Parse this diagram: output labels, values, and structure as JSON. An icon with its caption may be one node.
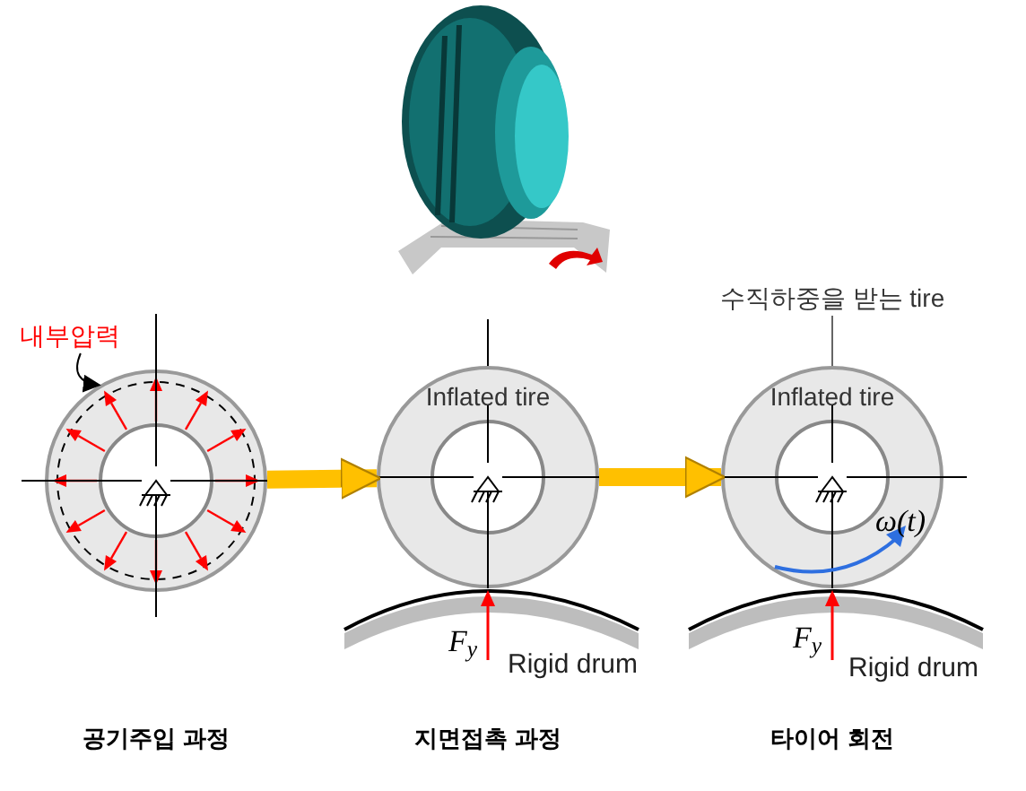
{
  "diagram": {
    "nodes": [
      {
        "text": [
          "내부압력"
        ]
      },
      {
        "text": [],
        "shape": "circle"
      },
      {
        "text": [
          "Inflated tire"
        ]
      },
      {
        "text": [
          "수직하중을 받는 tire"
        ]
      },
      {
        "text": [
          "Inflated tire"
        ]
      }
    ],
    "edges": [
      {
        "from": 0,
        "to": 1,
        "arrow": "to",
        "color": "#000000"
      },
      {
        "from": 1,
        "to": 2,
        "arrow": "to",
        "style": "thick",
        "color": "#ffc000"
      },
      {
        "from": 2,
        "to": 4,
        "arrow": "to",
        "style": "thick",
        "color": "#ffc000"
      },
      {
        "from": 3,
        "to": 4,
        "arrow": "none",
        "color": "#666666"
      }
    ],
    "labels": [
      "F$_{y}$",
      "Rigid drum",
      "F$_{y}$",
      "ω(t)",
      "Rigid drum",
      "공기주입 과정",
      "지면접촉 과정",
      "타이어 회전"
    ]
  }
}
